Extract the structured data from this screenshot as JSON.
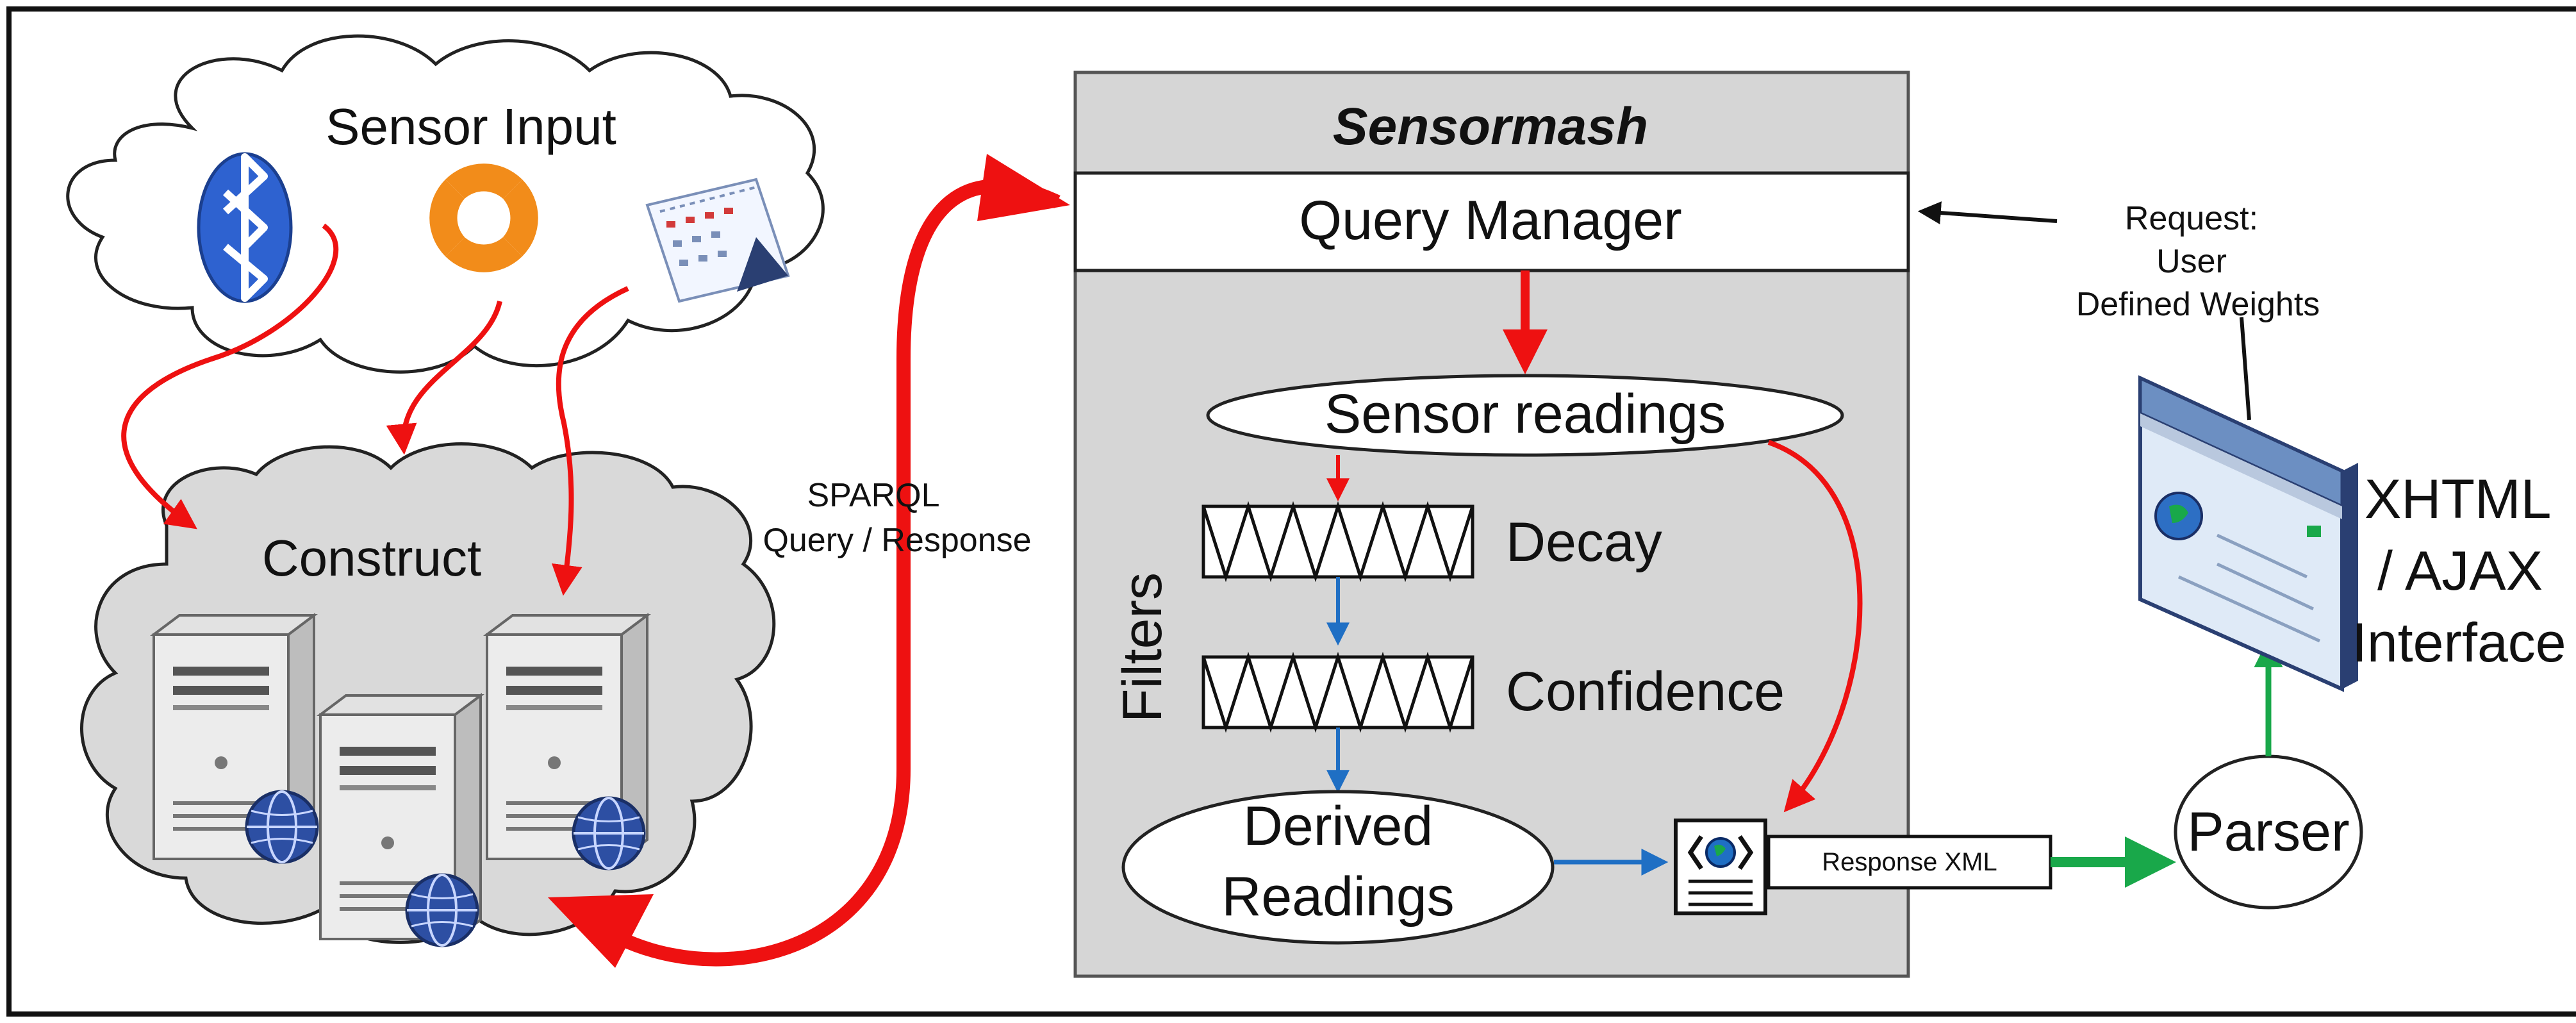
{
  "sensor_input": {
    "title": "Sensor Input",
    "icons": [
      "bluetooth-icon",
      "wifi-access-point-icon",
      "calendar-icon"
    ]
  },
  "construct": {
    "title": "Construct",
    "icons": [
      "server-icon",
      "globe-icon"
    ]
  },
  "sparql": {
    "line1": "SPARQL",
    "line2": "Query / Response"
  },
  "sensormash": {
    "title": "Sensormash",
    "query_manager": "Query Manager",
    "sensor_readings": "Sensor readings",
    "filters_label": "Filters",
    "decay": "Decay",
    "confidence": "Confidence",
    "derived_line1": "Derived",
    "derived_line2": "Readings"
  },
  "response_xml": "Response XML",
  "request": {
    "line1": "Request:",
    "line2": "User",
    "line3": "Defined Weights"
  },
  "interface": {
    "line1": "XHTML",
    "line2": "/ AJAX",
    "line3": "Interface"
  },
  "parser": "Parser",
  "colors": {
    "red_arrow": "#ee1111",
    "blue_arrow": "#1f6fc4",
    "green_arrow": "#19a84a",
    "panel_gray": "#d6d6d6",
    "cloud_gray": "#d9d9d9"
  }
}
